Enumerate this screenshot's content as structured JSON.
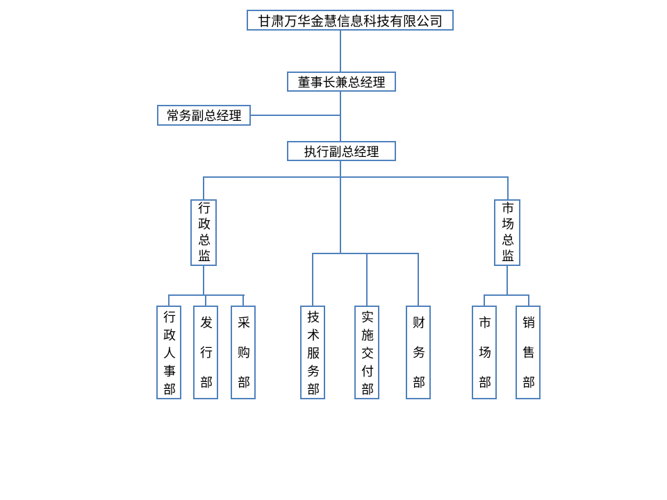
{
  "colors": {
    "accent": "#4F81BD",
    "text": "#000000",
    "background": "#FFFFFF"
  },
  "org_chart": {
    "root": {
      "label": "甘肃万华金慧信息科技有限公司"
    },
    "level1": {
      "label": "董事长兼总经理"
    },
    "staff": {
      "label": "常务副总经理"
    },
    "level2": {
      "label": "执行副总经理"
    },
    "directors": [
      {
        "id": "admin-director",
        "label": "行政总监"
      },
      {
        "id": "market-director",
        "label": "市场总监"
      }
    ],
    "departments": [
      {
        "id": "admin-hr",
        "label": "行政人事部"
      },
      {
        "id": "distribution",
        "label": "发行部"
      },
      {
        "id": "purchasing",
        "label": "采购部"
      },
      {
        "id": "tech-service",
        "label": "技术服务部"
      },
      {
        "id": "implementation-delivery",
        "label": "实施交付部"
      },
      {
        "id": "finance",
        "label": "财务部"
      },
      {
        "id": "marketing",
        "label": "市场部"
      },
      {
        "id": "sales",
        "label": "销售部"
      }
    ]
  }
}
